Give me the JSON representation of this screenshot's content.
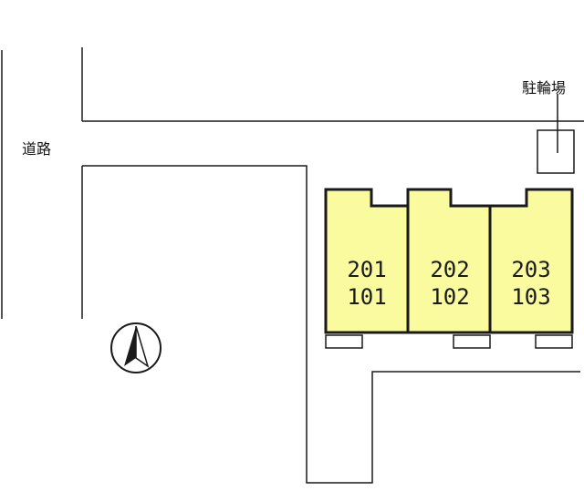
{
  "labels": {
    "road": "道路",
    "bicycle_parking": "駐輪場"
  },
  "units": [
    {
      "upper": "201",
      "lower": "101"
    },
    {
      "upper": "202",
      "lower": "102"
    },
    {
      "upper": "203",
      "lower": "103"
    }
  ],
  "icons": {
    "compass": "north-arrow-icon"
  },
  "colors": {
    "building_fill": "#fafa9e",
    "line": "#1a1a1a"
  }
}
